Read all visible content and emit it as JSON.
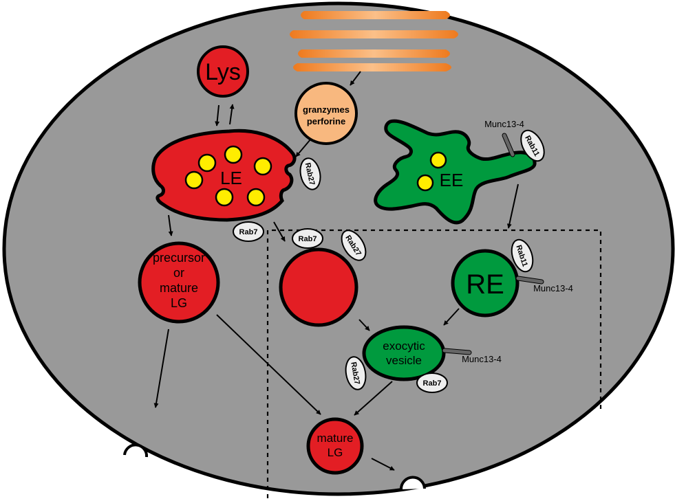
{
  "organelles": {
    "lys": "Lys",
    "granzymes_line1": "granzymes",
    "granzymes_line2": "perforine",
    "le": "LE",
    "ee": "EE",
    "precursor_line1": "precursor",
    "precursor_line2": "or",
    "precursor_line3": "mature",
    "precursor_line4": "LG",
    "re": "RE",
    "exocytic_line1": "exocytic",
    "exocytic_line2": "vesicle",
    "mature_line1": "mature",
    "mature_line2": "LG"
  },
  "proteins": {
    "rab27": "Rab27",
    "rab7": "Rab7",
    "rab11": "Rab11",
    "munc": "Munc13-4"
  },
  "colors": {
    "cell": "#999999",
    "red": "#e31e24",
    "green": "#009a3e",
    "orange": "#f8b87f",
    "yellow": "#ffed00",
    "badge": "#eeeeee",
    "golgi": "#f39c4a"
  }
}
